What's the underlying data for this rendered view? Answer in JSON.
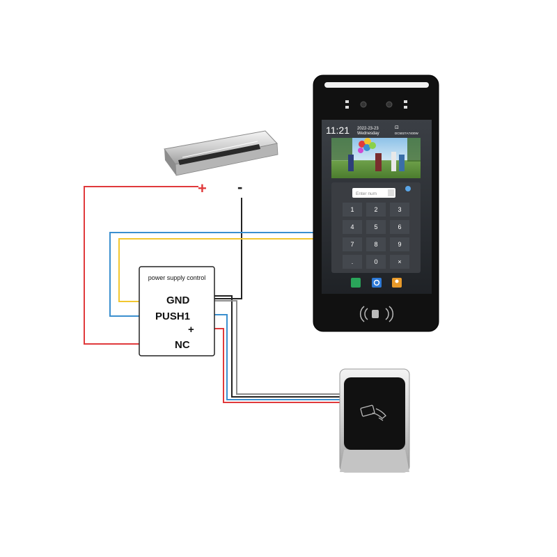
{
  "psu": {
    "title": "power supply control",
    "gnd": "GND",
    "push1": "PUSH1",
    "plus": "+",
    "nc": "NC"
  },
  "lock": {
    "plus": "+",
    "minus": "-"
  },
  "screen": {
    "time": "11:21",
    "date": "2022-23-23",
    "weekday": "Wednesday",
    "device_id": "DC5027A7400W",
    "input_placeholder": "Enter num",
    "keys": [
      "1",
      "2",
      "3",
      "4",
      "5",
      "6",
      "7",
      "8",
      "9",
      ".",
      "0",
      "×"
    ]
  },
  "colors": {
    "red": "#e0393b",
    "blue": "#3a8fcf",
    "yellow": "#f2c730",
    "black": "#222222",
    "grey": "#8a8a8a"
  }
}
